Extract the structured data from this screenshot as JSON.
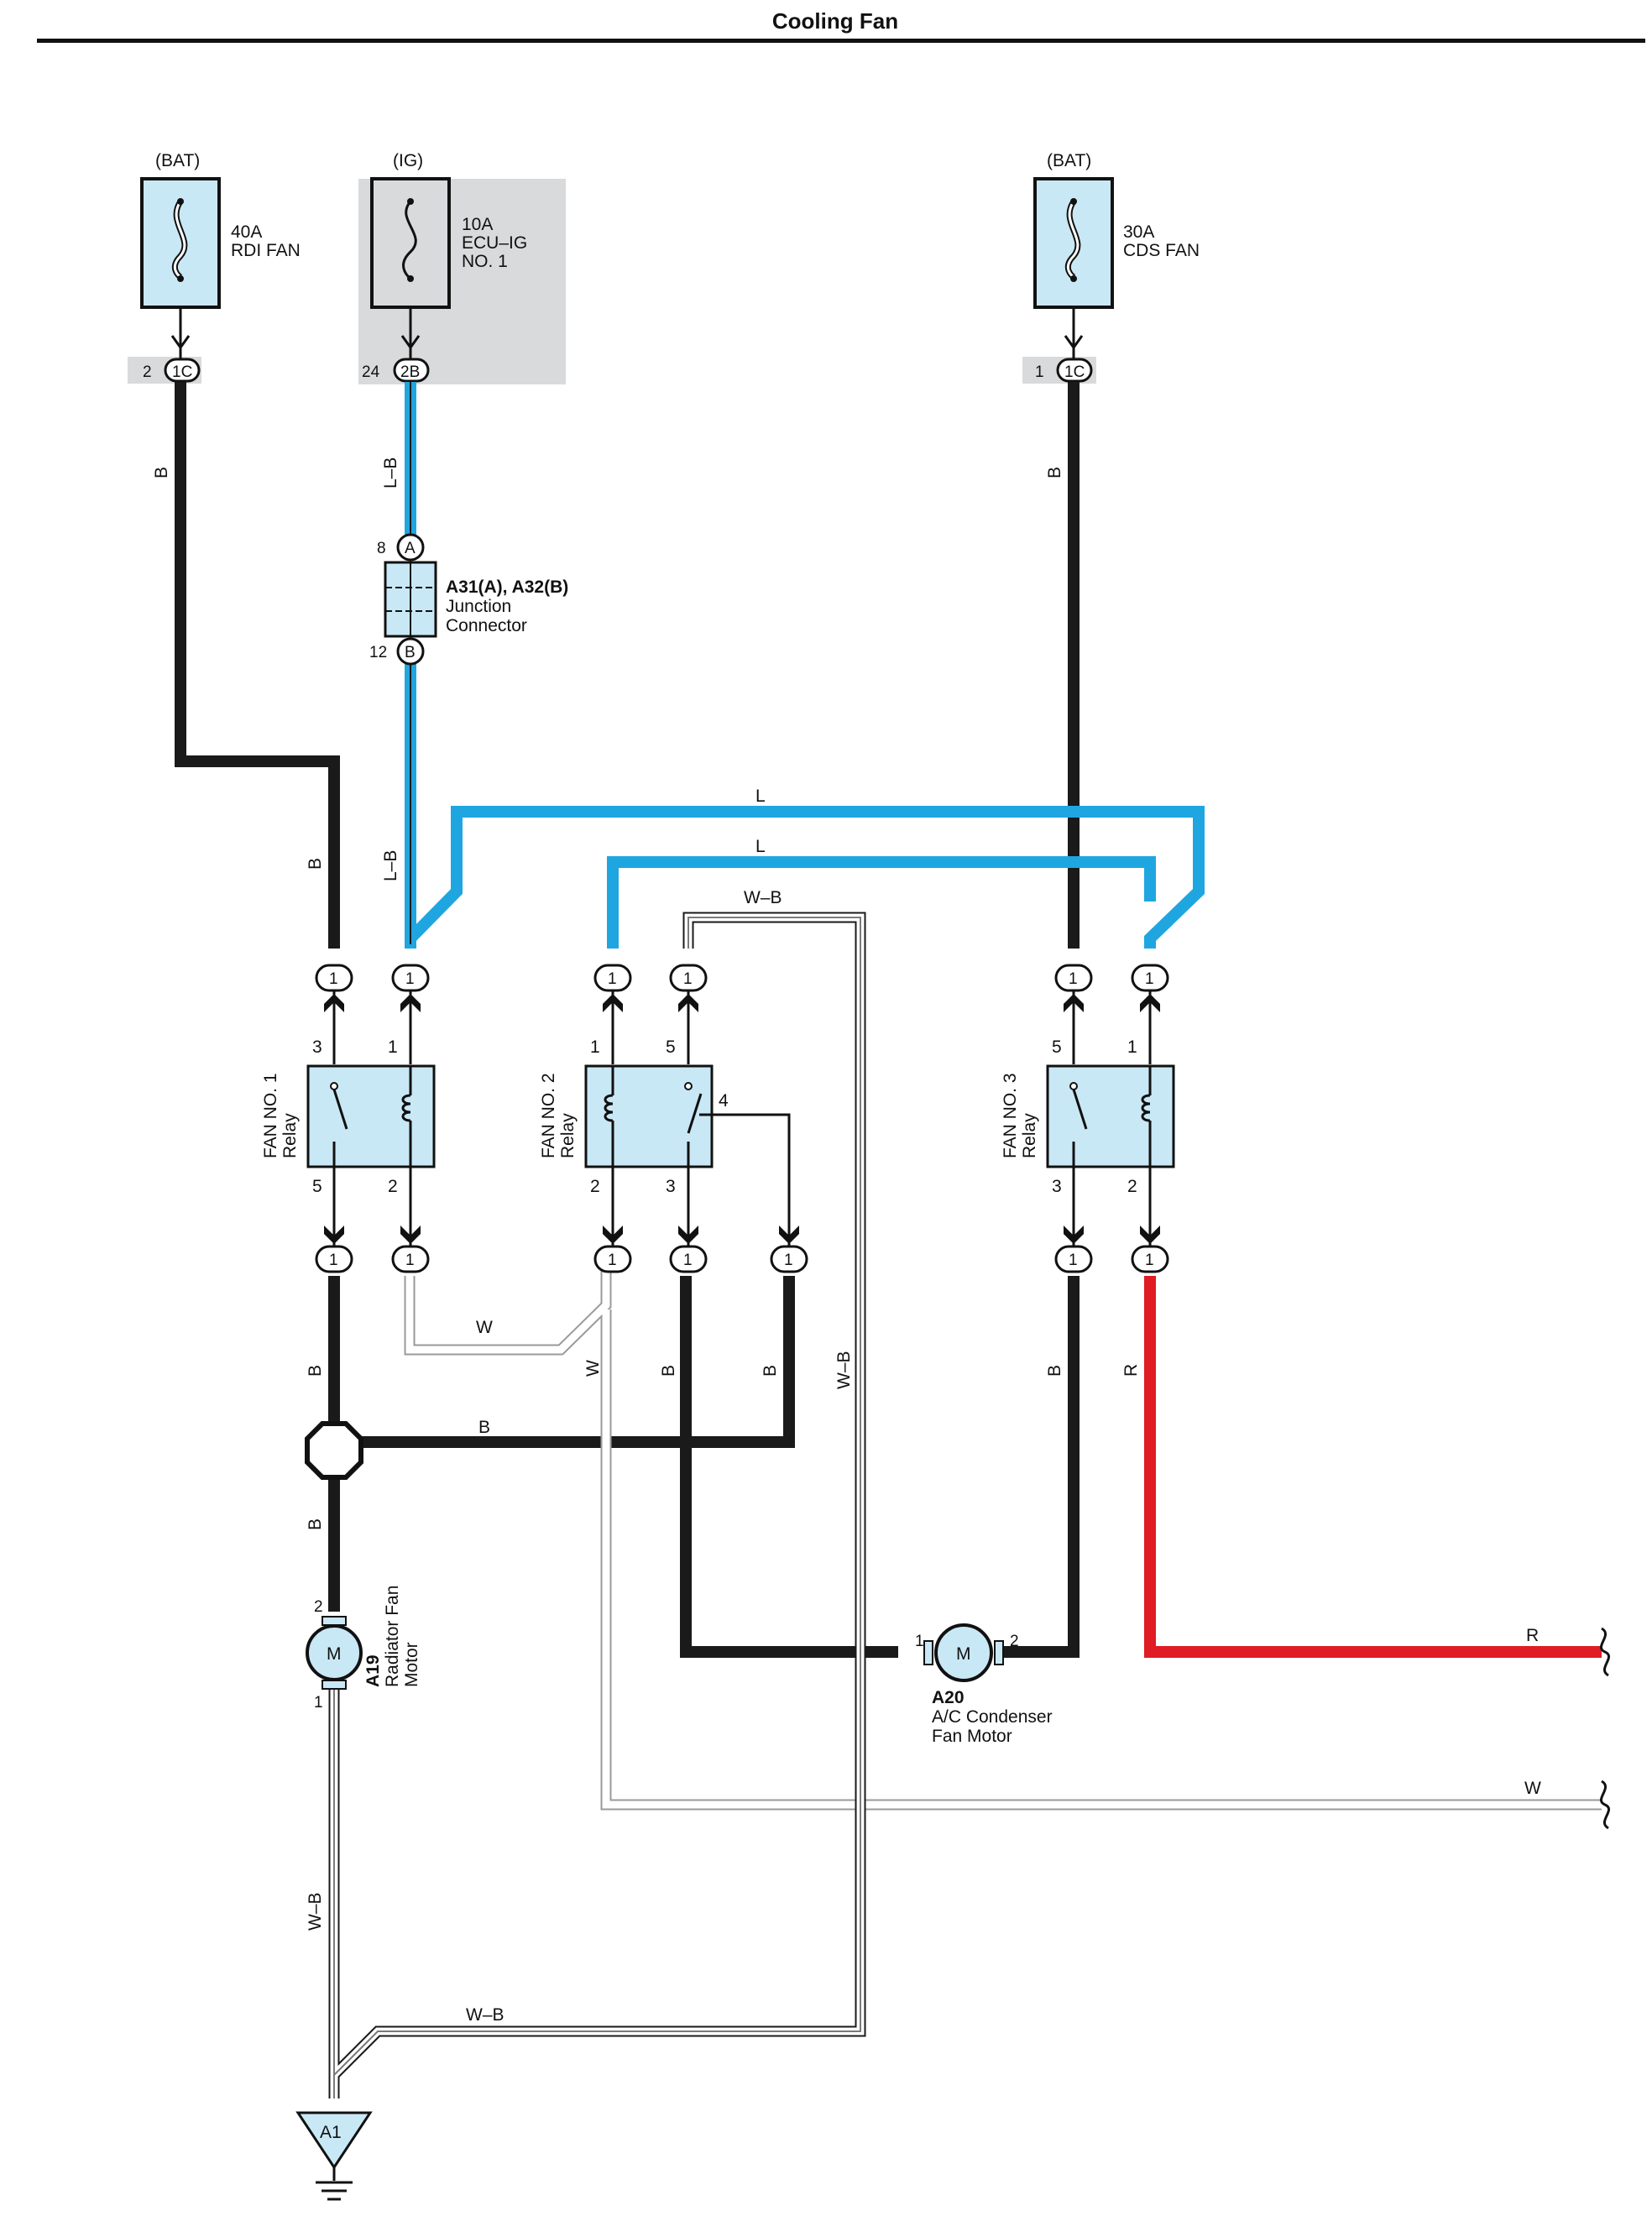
{
  "title": "Cooling Fan",
  "colors": {
    "wire_black": "#1a1a1a",
    "wire_blue": "#1fa6e0",
    "wire_red": "#e01c24",
    "component_fill": "#c9e8f6",
    "shade": "#d9dadc"
  },
  "fuses": [
    {
      "source": "(BAT)",
      "pin": "2",
      "connector": "1C",
      "label": [
        "40A",
        "RDI FAN"
      ]
    },
    {
      "source": "(IG)",
      "pin": "24",
      "connector": "2B",
      "label": [
        "10A",
        "ECU–IG",
        "NO. 1"
      ]
    },
    {
      "source": "(BAT)",
      "pin": "1",
      "connector": "1C",
      "label": [
        "30A",
        "CDS FAN"
      ]
    }
  ],
  "junction": {
    "pin_top": "8",
    "connector_top": "A",
    "pin_bottom": "12",
    "connector_bottom": "B",
    "label": [
      "A31(A), A32(B)",
      "Junction",
      "Connector"
    ]
  },
  "relays": [
    {
      "name": [
        "FAN NO. 1",
        "Relay"
      ],
      "pins_top": [
        "3",
        "1"
      ],
      "pins_bottom": [
        "5",
        "2"
      ]
    },
    {
      "name": [
        "FAN NO. 2",
        "Relay"
      ],
      "pins_top": [
        "1",
        "5"
      ],
      "pins_bottom": [
        "2",
        "3"
      ],
      "pin_side": "4"
    },
    {
      "name": [
        "FAN NO. 3",
        "Relay"
      ],
      "pins_top": [
        "5",
        "1"
      ],
      "pins_bottom": [
        "3",
        "2"
      ]
    }
  ],
  "connector_pin": "1",
  "motors": [
    {
      "id": "A19",
      "symbol": "M",
      "label": [
        "Radiator Fan",
        "Motor"
      ],
      "pin_top": "2",
      "pin_bottom": "1"
    },
    {
      "id": "A20",
      "symbol": "M",
      "label": [
        "A/C Condenser",
        "Fan Motor"
      ],
      "pin_left": "1",
      "pin_right": "2"
    }
  ],
  "ground": "A1",
  "wire_labels": {
    "b": "B",
    "lb": "L–B",
    "l": "L",
    "wb": "W–B",
    "w": "W",
    "r": "R"
  }
}
